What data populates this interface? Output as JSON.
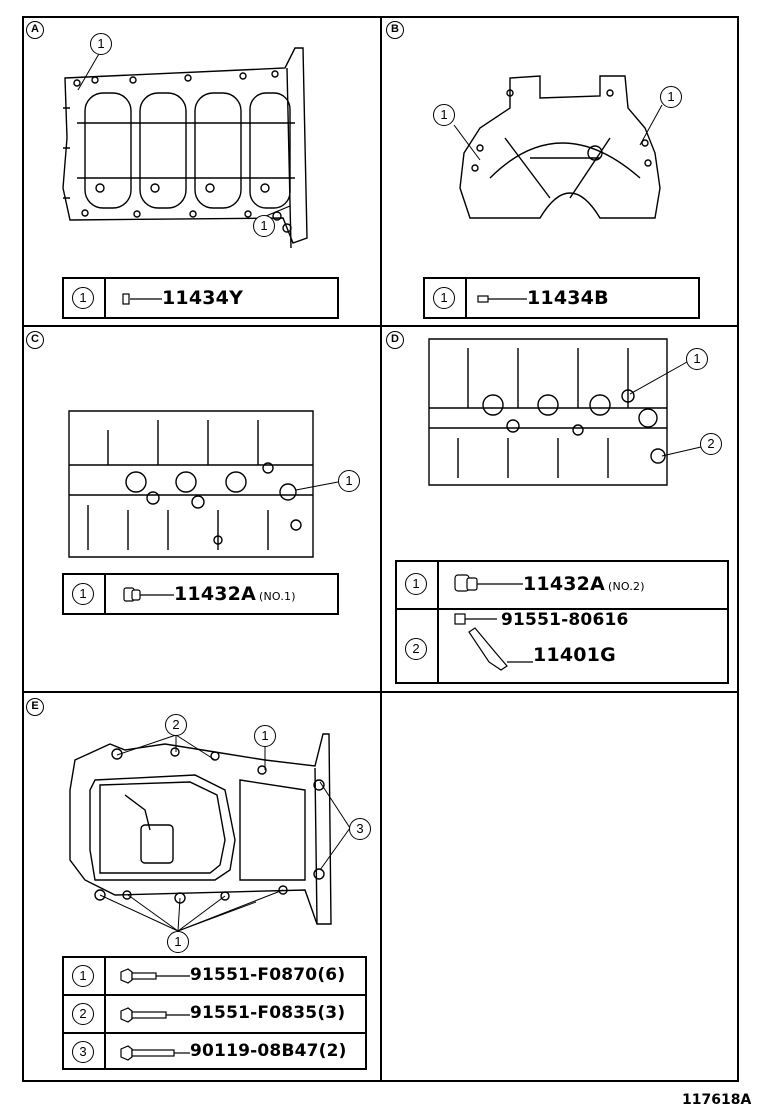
{
  "figure_number": "117618A",
  "panels": {
    "A": {
      "letter": "A",
      "callouts": [
        "1",
        "1"
      ],
      "legend": [
        {
          "num": "1",
          "part": "11434Y",
          "icon": "pin-icon"
        }
      ]
    },
    "B": {
      "letter": "B",
      "callouts": [
        "1",
        "1"
      ],
      "legend": [
        {
          "num": "1",
          "part": "11434B",
          "icon": "pin-icon"
        }
      ]
    },
    "C": {
      "letter": "C",
      "callouts": [
        "1"
      ],
      "legend": [
        {
          "num": "1",
          "part": "11432A",
          "qualifier": "(NO.1)",
          "icon": "plug-icon"
        }
      ]
    },
    "D": {
      "letter": "D",
      "callouts": [
        "1",
        "2"
      ],
      "legend": [
        {
          "num": "1",
          "part": "11432A",
          "qualifier": "(NO.2)",
          "icon": "plug-icon"
        },
        {
          "num": "2",
          "part": "91551-80616",
          "part2": "11401G",
          "icon": "sensor-icon"
        }
      ]
    },
    "E": {
      "letter": "E",
      "callouts": [
        "2",
        "1",
        "3",
        "1"
      ],
      "legend": [
        {
          "num": "1",
          "part": "91551-F0870(6)",
          "icon": "bolt-icon"
        },
        {
          "num": "2",
          "part": "91551-F0835(3)",
          "icon": "bolt-icon"
        },
        {
          "num": "3",
          "part": "90119-08B47(2)",
          "icon": "bolt-icon"
        }
      ]
    }
  }
}
